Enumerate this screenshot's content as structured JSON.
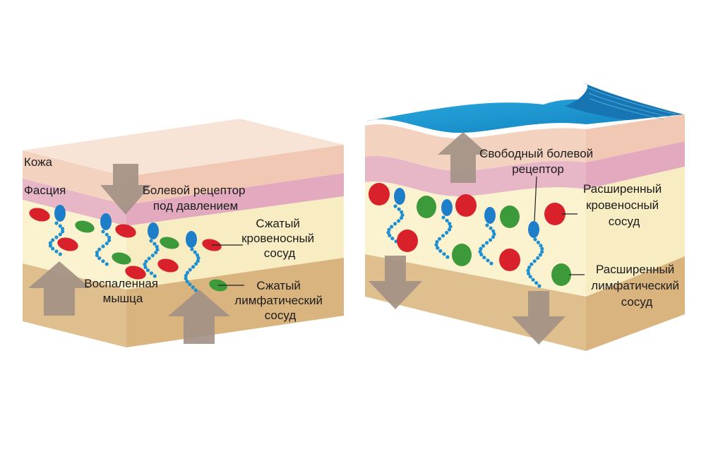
{
  "left": {
    "labels": {
      "skin": "Кожа",
      "fascia": "Фасция",
      "receptor": [
        "Болевой рецептор",
        "под давлением"
      ],
      "blood_vessel": [
        "Сжатый",
        "кровеносный",
        "сосуд"
      ],
      "lymph_vessel": [
        "Сжатый",
        "лимфатический",
        "сосуд"
      ],
      "muscle": [
        "Воспаленная",
        "мышца"
      ]
    }
  },
  "right": {
    "labels": {
      "receptor": [
        "Свободный болевой",
        "рецептор"
      ],
      "blood_vessel": [
        "Расширенный",
        "кровеносный",
        "сосуд"
      ],
      "lymph_vessel": [
        "Расширенный",
        "лимфатический",
        "сосуд"
      ]
    }
  },
  "colors": {
    "skin": "#f4d5c3",
    "fascia": "#e8b9c9",
    "fat": "#fbf3cf",
    "muscle": "#e1c191",
    "blood": "#d9212b",
    "lymph": "#3d9a3a",
    "nerve": "#1f8fd0",
    "tape": "#1e9bd3"
  }
}
